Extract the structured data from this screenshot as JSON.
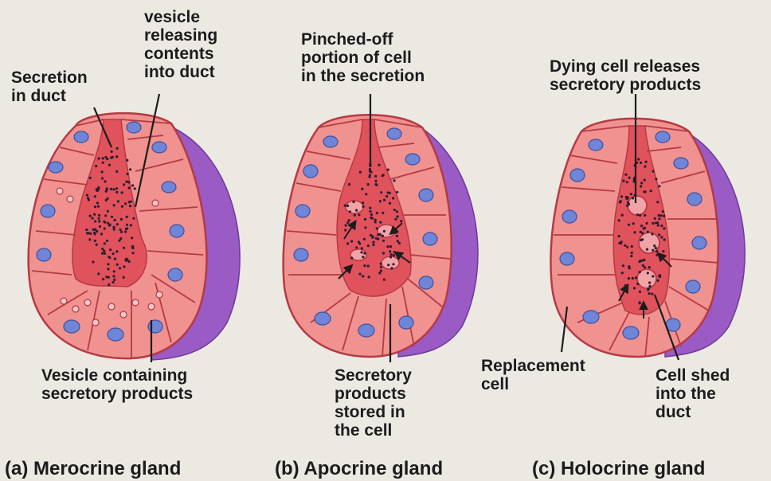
{
  "colors": {
    "background": "#ece9e2",
    "cell_fill": "#f0928f",
    "cell_outline": "#b53a44",
    "lumen_fill": "#e0525c",
    "nucleus_fill": "#6f86d8",
    "capsule_fill": "#9a5bc4",
    "secretion_dot": "#2b1d33"
  },
  "merocrine": {
    "caption": "(a) Merocrine gland",
    "label_secretion": "Secretion\nin duct",
    "label_vesicle_releasing": "vesicle\nreleasing\ncontents\ninto duct",
    "label_vesicle_containing": "Vesicle containing\nsecretory products"
  },
  "apocrine": {
    "caption": "(b) Apocrine gland",
    "label_pinched": "Pinched-off\nportion of cell\nin the secretion",
    "label_stored": "Secretory\nproducts\nstored in\nthe cell"
  },
  "holocrine": {
    "caption": "(c) Holocrine gland",
    "label_dying": "Dying cell releases\nsecretory products",
    "label_replacement": "Replacement\ncell",
    "label_shed": "Cell shed\ninto the\nduct"
  }
}
